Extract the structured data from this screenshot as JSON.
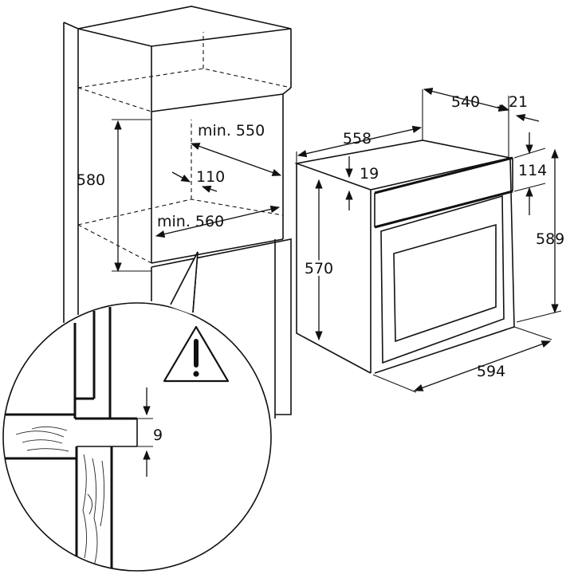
{
  "diagram": {
    "dimensions": {
      "niche_depth": "min. 550",
      "niche_height": "580",
      "vent_gap": "110",
      "niche_width": "min. 560",
      "oven_depth": "558",
      "panel_depth": "540",
      "panel_offset": "21",
      "top_gap": "19",
      "panel_height": "114",
      "oven_height_body": "570",
      "oven_height_total": "589",
      "oven_width": "594",
      "detail_gap": "9"
    },
    "warning_icon": "warning-triangle-icon"
  }
}
